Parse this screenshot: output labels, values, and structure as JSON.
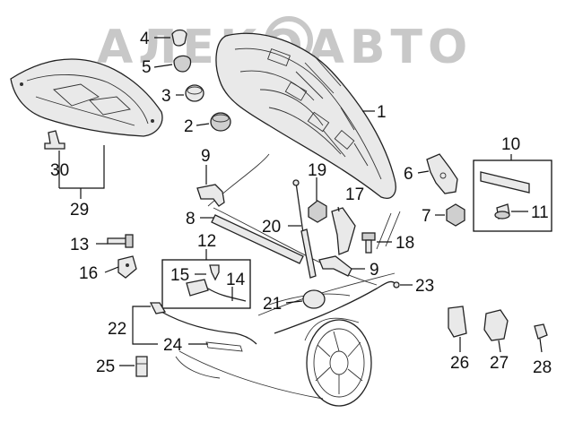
{
  "watermark": "АЛЕКОАВТО",
  "callouts": {
    "c1": "1",
    "c2": "2",
    "c3": "3",
    "c4": "4",
    "c5": "5",
    "c6": "6",
    "c7": "7",
    "c8": "8",
    "c9a": "9",
    "c9b": "9",
    "c10": "10",
    "c11": "11",
    "c12": "12",
    "c13": "13",
    "c14": "14",
    "c15": "15",
    "c16": "16",
    "c17": "17",
    "c18": "18",
    "c19": "19",
    "c20": "20",
    "c21": "21",
    "c22": "22",
    "c23": "23",
    "c24": "24",
    "c25": "25",
    "c26": "26",
    "c27": "27",
    "c28": "28",
    "c29": "29",
    "c30": "30"
  }
}
